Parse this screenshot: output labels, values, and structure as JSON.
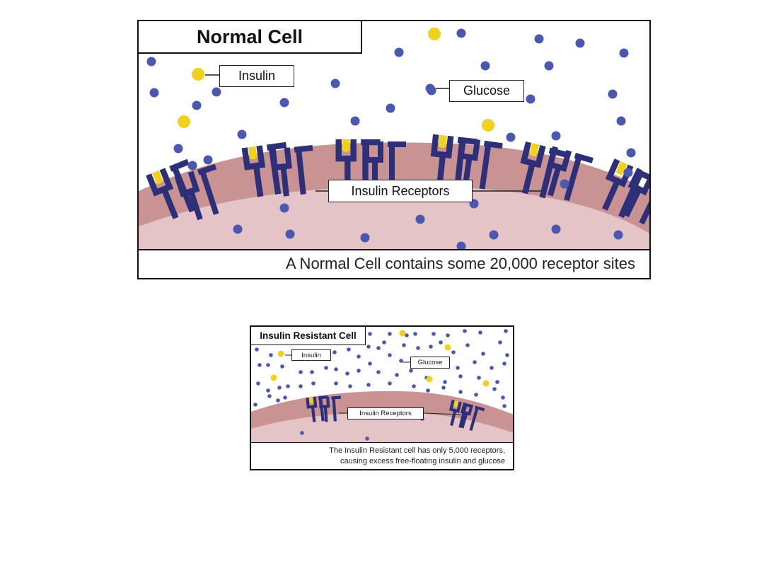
{
  "colors": {
    "membrane_outer": "#c99393",
    "membrane_inner": "#e4c4c6",
    "receptor": "#2d2f78",
    "insulin": "#f0d21e",
    "glucose": "#4a58b0"
  },
  "normal_cell": {
    "title": "Normal Cell",
    "labels": {
      "insulin": "Insulin",
      "glucose": "Glucose",
      "receptors": "Insulin Receptors"
    },
    "caption": "A Normal Cell contains some 20,000 receptor sites"
  },
  "resistant_cell": {
    "title": "Insulin Resistant Cell",
    "labels": {
      "insulin": "Insulin",
      "glucose": "Glucose",
      "receptors": "Insulin Receptors"
    },
    "caption_lines": [
      "The Insulin Resistant cell has only 5,000 receptors,",
      "causing excess free-floating insulin and glucose"
    ]
  }
}
